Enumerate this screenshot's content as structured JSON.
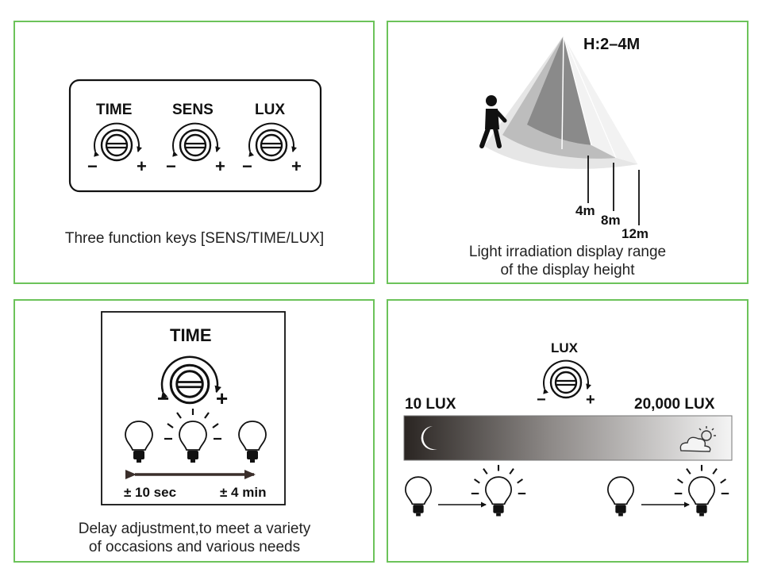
{
  "panel1": {
    "knobs": [
      {
        "label": "TIME",
        "minus": "−",
        "plus": "+"
      },
      {
        "label": "SENS",
        "minus": "−",
        "plus": "+"
      },
      {
        "label": "LUX",
        "minus": "−",
        "plus": "+"
      }
    ],
    "caption": "Three function keys [SENS/TIME/LUX]"
  },
  "panel2": {
    "height_label": "H:2–4M",
    "ranges": [
      "4m",
      "8m",
      "12m"
    ],
    "caption_line1": "Light irradiation display range",
    "caption_line2": "of the display height"
  },
  "panel3": {
    "knob_label": "TIME",
    "minus": "−",
    "plus": "+",
    "min_label": "± 10 sec",
    "max_label": "± 4 min",
    "caption_line1": "Delay adjustment,to meet a variety",
    "caption_line2": "of occasions and various needs"
  },
  "panel4": {
    "knob_label": "LUX",
    "minus": "−",
    "plus": "+",
    "low_label": "10 LUX",
    "high_label": "20,000 LUX"
  },
  "colors": {
    "border": "#6cc35a",
    "cone_outer": "#e8e8e8",
    "cone_mid": "#bdbdbd",
    "cone_inner": "#8a8a8a",
    "gradient_dark": "#2a2522",
    "gradient_light": "#f4f4f4"
  }
}
